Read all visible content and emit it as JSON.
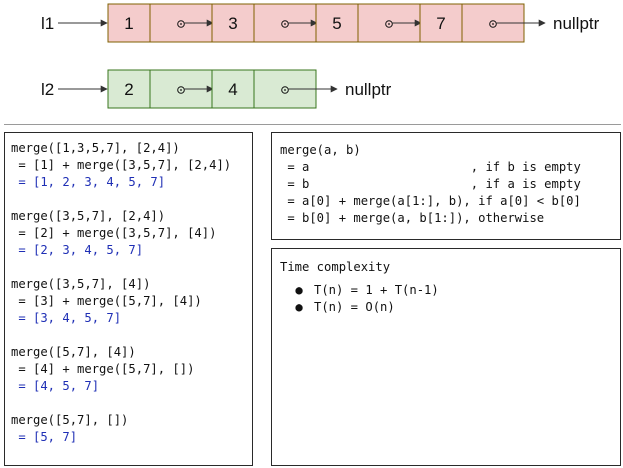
{
  "lists": [
    {
      "name": "l1",
      "values": [
        "1",
        "3",
        "5",
        "7"
      ],
      "terminator": "nullptr",
      "fill": "#f4cccc",
      "stroke": "#7f6000"
    },
    {
      "name": "l2",
      "values": [
        "2",
        "4"
      ],
      "terminator": "nullptr",
      "fill": "#d9ead3",
      "stroke": "#38761d"
    }
  ],
  "pointer_symbol": "⊙",
  "trace_panel": {
    "blocks": [
      {
        "call": "merge([1,3,5,7], [2,4])",
        "step": " = [1] + merge([3,5,7], [2,4])",
        "result": " = [1, 2, 3, 4, 5, 7]"
      },
      {
        "call": "merge([3,5,7], [2,4])",
        "step": " = [2] + merge([3,5,7], [4])",
        "result": " = [2, 3, 4, 5, 7]"
      },
      {
        "call": "merge([3,5,7], [4])",
        "step": " = [3] + merge([5,7], [4])",
        "result": " = [3, 4, 5, 7]"
      },
      {
        "call": "merge([5,7], [4])",
        "step": " = [4] + merge([5,7], [])",
        "result": " = [4, 5, 7]"
      },
      {
        "call": "merge([5,7], [])",
        "step": "",
        "result": " = [5, 7]"
      }
    ],
    "result_color": "#1f2fb5"
  },
  "definition_panel": {
    "lines": [
      "merge(a, b)",
      " = a                      , if b is empty",
      " = b                      , if a is empty",
      " = a[0] + merge(a[1:], b), if a[0] < b[0]",
      " = b[0] + merge(a, b[1:]), otherwise"
    ]
  },
  "complexity_panel": {
    "title": "Time complexity",
    "bullet": "●",
    "items": [
      "T(n) = 1 + T(n-1)",
      "T(n) = O(n)"
    ]
  }
}
